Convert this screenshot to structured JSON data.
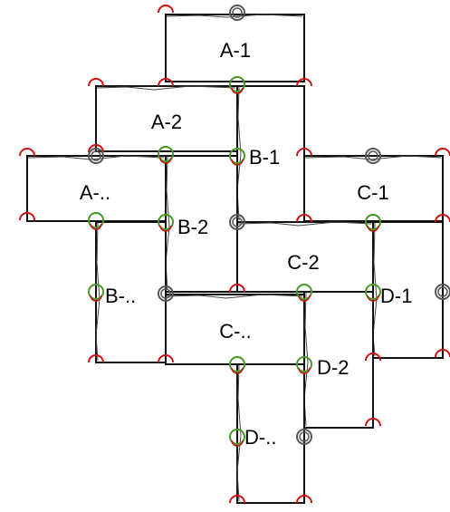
{
  "diagram": {
    "tiles": [
      {
        "id": "a1",
        "label": "A-1"
      },
      {
        "id": "a2",
        "label": "A-2"
      },
      {
        "id": "a3",
        "label": "A-.."
      },
      {
        "id": "b1",
        "label": "B-1"
      },
      {
        "id": "b2",
        "label": "B-2"
      },
      {
        "id": "b3",
        "label": "B-.."
      },
      {
        "id": "c1",
        "label": "C-1"
      },
      {
        "id": "c2",
        "label": "C-2"
      },
      {
        "id": "c3",
        "label": "C-.."
      },
      {
        "id": "d1",
        "label": "D-1"
      },
      {
        "id": "d2",
        "label": "D-2"
      },
      {
        "id": "d3",
        "label": "D-.."
      }
    ],
    "connector_colors": {
      "open": "#cc1111",
      "joined": "#449922",
      "socket": "#555555"
    }
  }
}
